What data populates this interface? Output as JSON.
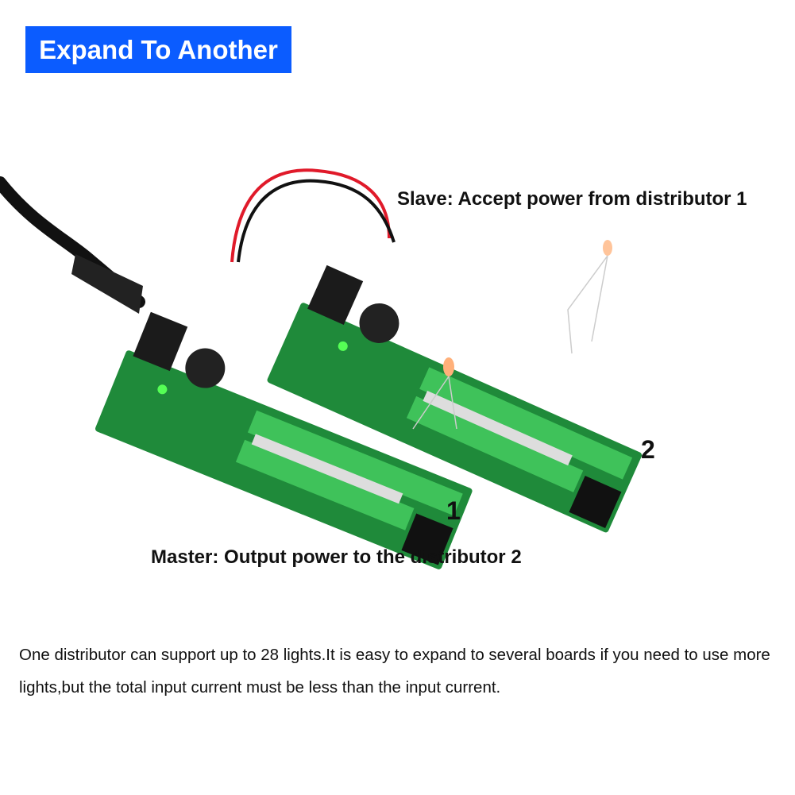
{
  "title": "Expand To Another",
  "slave_caption": "Slave: Accept power from distributor 1",
  "master_caption": "Master: Output power to the distributor 2",
  "board_labels": {
    "master": "1",
    "slave": "2"
  },
  "description": "One distributor can support up to 28 lights.It is easy to expand to several boards if you need to use more lights,but the total input current must be less than the input current.",
  "colors": {
    "badge": "#0b5cff",
    "pcb": "#1f8a3a",
    "terminal": "#3fc25a"
  }
}
